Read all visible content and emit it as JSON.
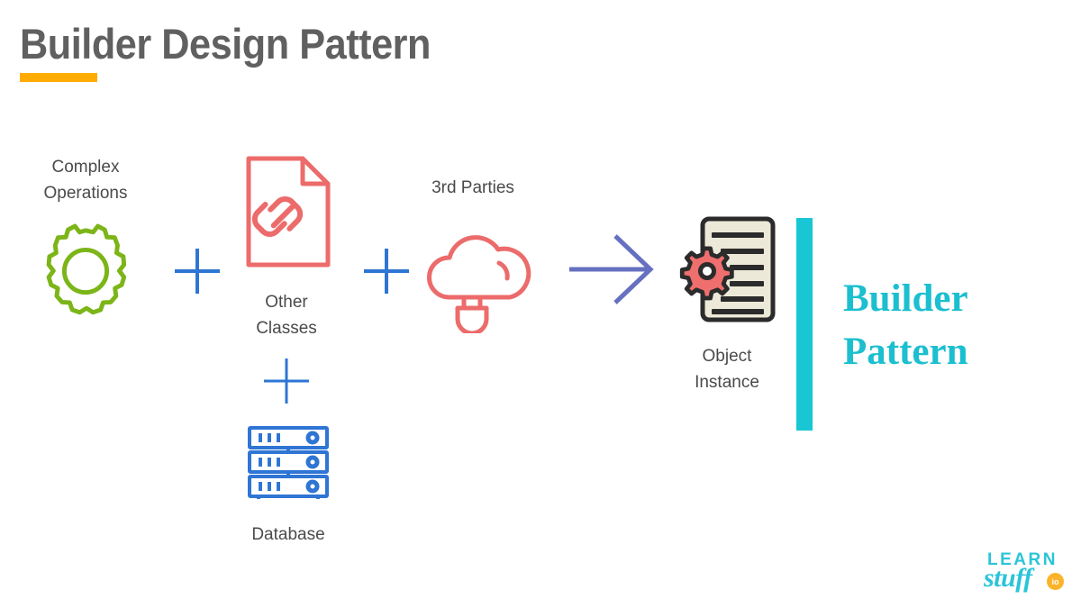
{
  "slide": {
    "title": "Builder Design Pattern",
    "background_color": "#ffffff",
    "title_color": "#606060",
    "title_underline_color": "#ffab00"
  },
  "diagram": {
    "type": "concept-flow",
    "description": "Inputs combined with plus signs flow through an arrow to an object instance, labelled as the Builder Pattern.",
    "inputs": [
      {
        "id": "complex-operations",
        "label": "Complex\nOperations",
        "label_position": "above",
        "icon": "gear-icon",
        "icon_color": "#7cb518"
      },
      {
        "id": "other-classes",
        "label": "Other\nClasses",
        "label_position": "below",
        "icon": "document-link-icon",
        "icon_color": "#ec6b6b"
      },
      {
        "id": "database",
        "label": "Database",
        "label_position": "below",
        "icon": "database-server-icon",
        "icon_color": "#2e75d4"
      },
      {
        "id": "third-parties",
        "label": "3rd Parties",
        "label_position": "above",
        "icon": "cloud-plug-icon",
        "icon_color": "#ec6b6b"
      }
    ],
    "operators": [
      {
        "id": "plus-1",
        "symbol": "+",
        "color": "#2e75d4"
      },
      {
        "id": "plus-2",
        "symbol": "+",
        "color": "#2e75d4"
      },
      {
        "id": "plus-3",
        "symbol": "+",
        "color": "#2e75d4"
      }
    ],
    "arrow": {
      "id": "flow-arrow",
      "direction": "right",
      "color": "#6670c0"
    },
    "output": {
      "id": "object-instance",
      "label": "Object\nInstance",
      "label_position": "below",
      "icon": "document-gear-icon",
      "icon_paper_color": "#ece9d8",
      "icon_outline_color": "#2b2b2b",
      "icon_gear_color": "#ef6e6e"
    },
    "result": {
      "text": "Builder\nPattern",
      "color": "#1bbfcf",
      "accent_bar_color": "#18c6d4"
    }
  },
  "logo": {
    "word_top": "LEARN",
    "word_bottom": "stuff",
    "badge_text": "io",
    "primary_color": "#2bc4d8",
    "badge_color": "#fbb429"
  }
}
